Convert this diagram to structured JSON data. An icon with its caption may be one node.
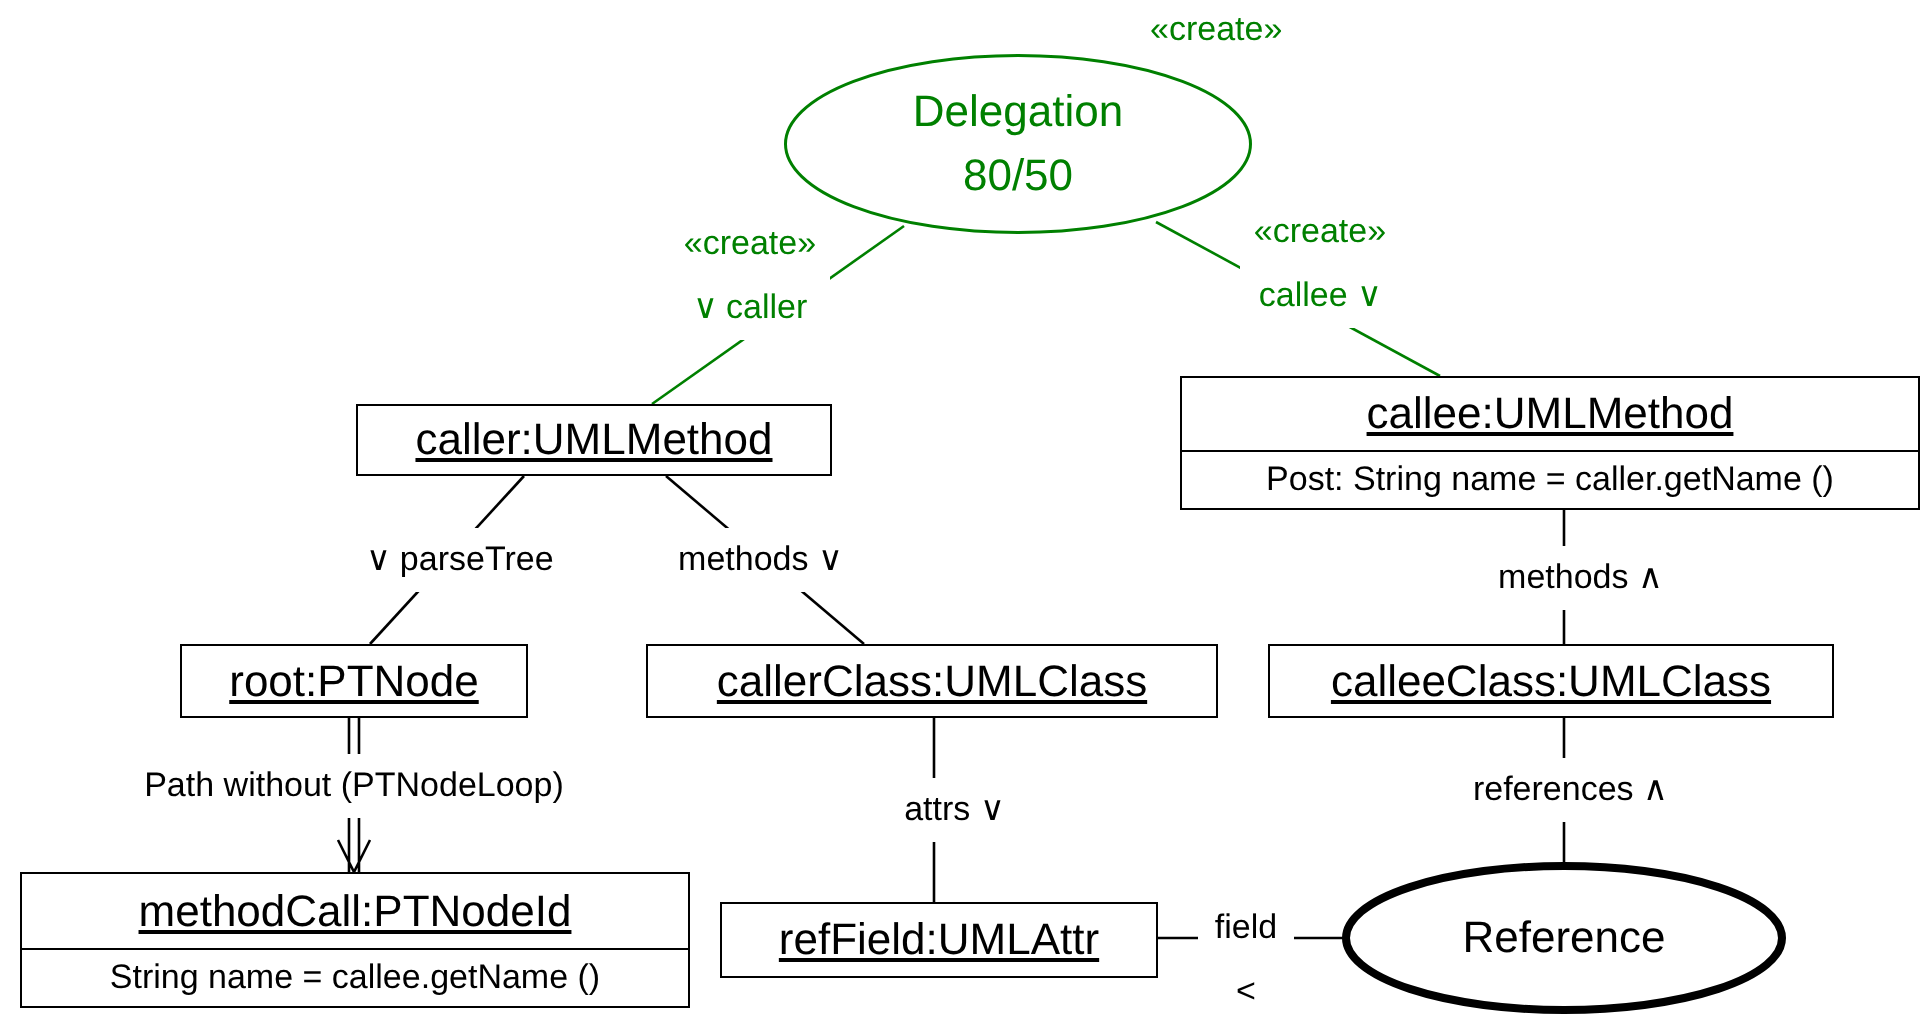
{
  "diagram": {
    "nodes": [
      {
        "text": [
          "Delegation 80/50"
        ],
        "beside": [
          "«create»"
        ]
      },
      {
        "text": [
          "caller:UMLMethod"
        ]
      },
      {
        "text": [
          "callee:UMLMethod",
          "Post: String name = caller.getName ()"
        ]
      },
      {
        "text": [
          "root:PTNode"
        ]
      },
      {
        "text": [
          "callerClass:UMLClass"
        ]
      },
      {
        "text": [
          "calleeClass:UMLClass"
        ]
      },
      {
        "text": [
          "methodCall:PTNodeId",
          "String name = callee.getName ()"
        ]
      },
      {
        "text": [
          "refField:UMLAttr"
        ]
      },
      {
        "text": [
          "Reference"
        ]
      }
    ],
    "edges": [
      {
        "from": 0,
        "to": 1,
        "arrow": "none",
        "label": "«create» ∨ caller",
        "color": "#008000"
      },
      {
        "from": 0,
        "to": 2,
        "arrow": "none",
        "label": "«create» callee ∨",
        "color": "#008000"
      },
      {
        "from": 1,
        "to": 3,
        "arrow": "none",
        "label": "∨ parseTree"
      },
      {
        "from": 1,
        "to": 4,
        "arrow": "none",
        "label": "methods ∨"
      },
      {
        "from": 3,
        "to": 6,
        "arrow": "to",
        "label": "Path without (PTNodeLoop)"
      },
      {
        "from": 4,
        "to": 7,
        "arrow": "none",
        "label": "attrs ∨"
      },
      {
        "from": 2,
        "to": 5,
        "arrow": "none",
        "label": "methods ∧"
      },
      {
        "from": 5,
        "to": 8,
        "arrow": "none",
        "label": "references ∧"
      },
      {
        "from": 8,
        "to": 7,
        "arrow": "none",
        "label": "field <"
      }
    ]
  }
}
